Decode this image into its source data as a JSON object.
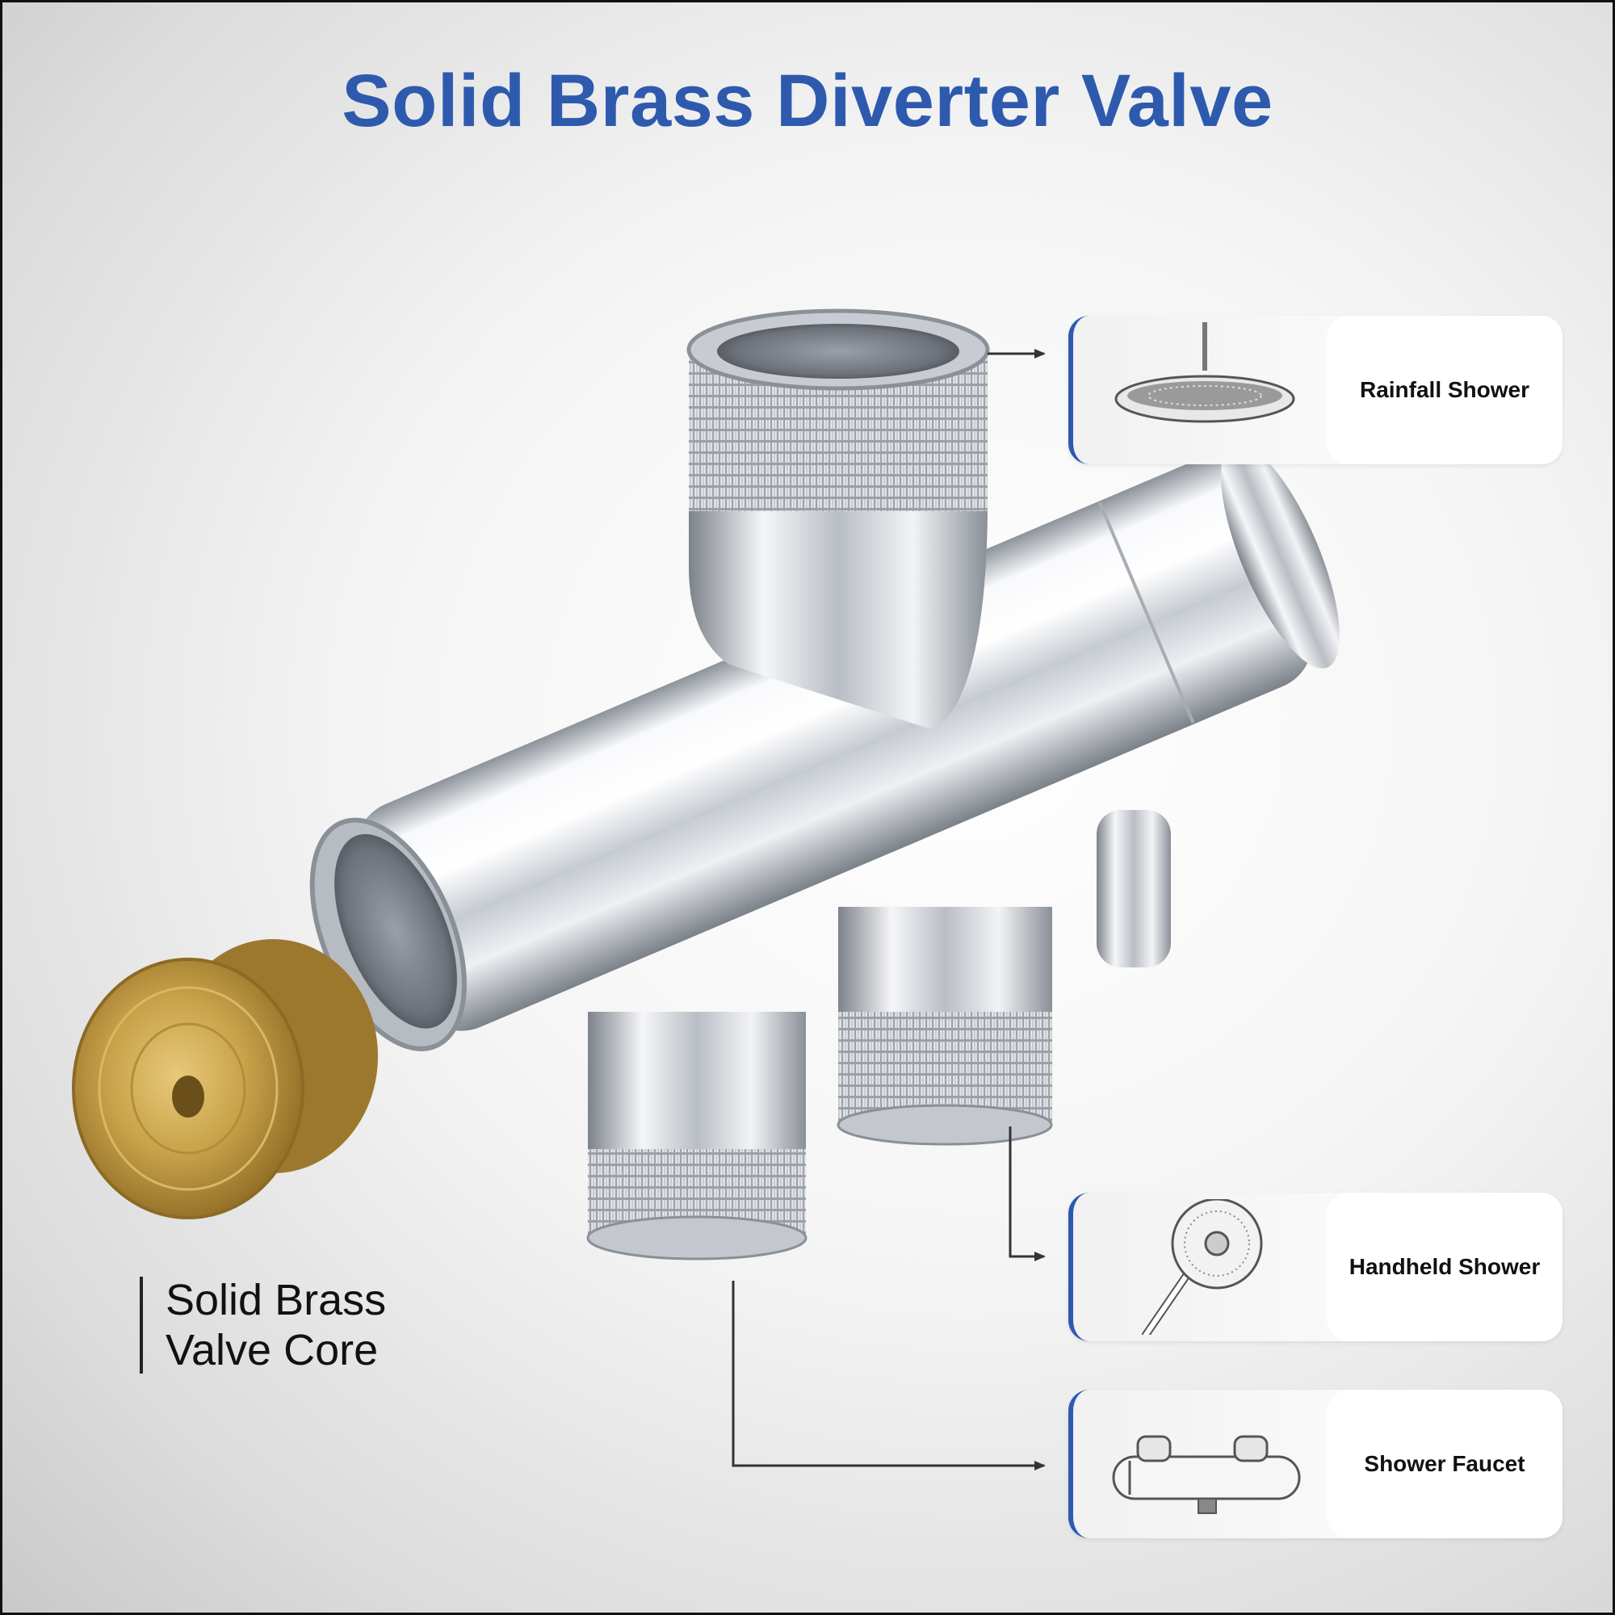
{
  "title": "Solid Brass Diverter Valve",
  "outlets": [
    {
      "label": "Rainfall Shower",
      "icon": "rainfall-shower-icon"
    },
    {
      "label": "Handheld Shower",
      "icon": "handheld-shower-icon"
    },
    {
      "label": "Shower Faucet",
      "icon": "shower-faucet-icon"
    }
  ],
  "core": {
    "line1": "Solid Brass",
    "line2": "Valve Core"
  },
  "colors": {
    "title": "#2e5aae",
    "accent": "#2e5aae",
    "brass": "#c9a24a",
    "chrome": "#d9dde2"
  }
}
